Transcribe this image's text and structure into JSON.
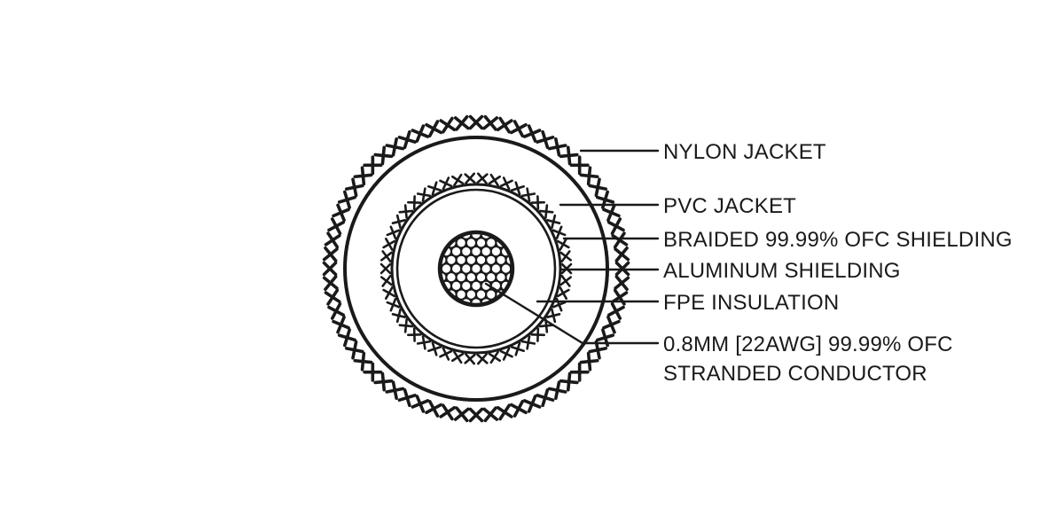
{
  "colors": {
    "ink": "#1a1a1a",
    "background": "#ffffff"
  },
  "layers": [
    {
      "id": "nylon-jacket",
      "label": "NYLON JACKET"
    },
    {
      "id": "pvc-jacket",
      "label": "PVC JACKET"
    },
    {
      "id": "braided-shielding",
      "label": "BRAIDED 99.99% OFC SHIELDING"
    },
    {
      "id": "aluminum-shielding",
      "label": "ALUMINUM SHIELDING"
    },
    {
      "id": "fpe-insulation",
      "label": "FPE INSULATION"
    },
    {
      "id": "stranded-conductor",
      "label_lines": [
        "0.8MM [22AWG] 99.99% OFC",
        "STRANDED CONDUCTOR"
      ]
    }
  ]
}
